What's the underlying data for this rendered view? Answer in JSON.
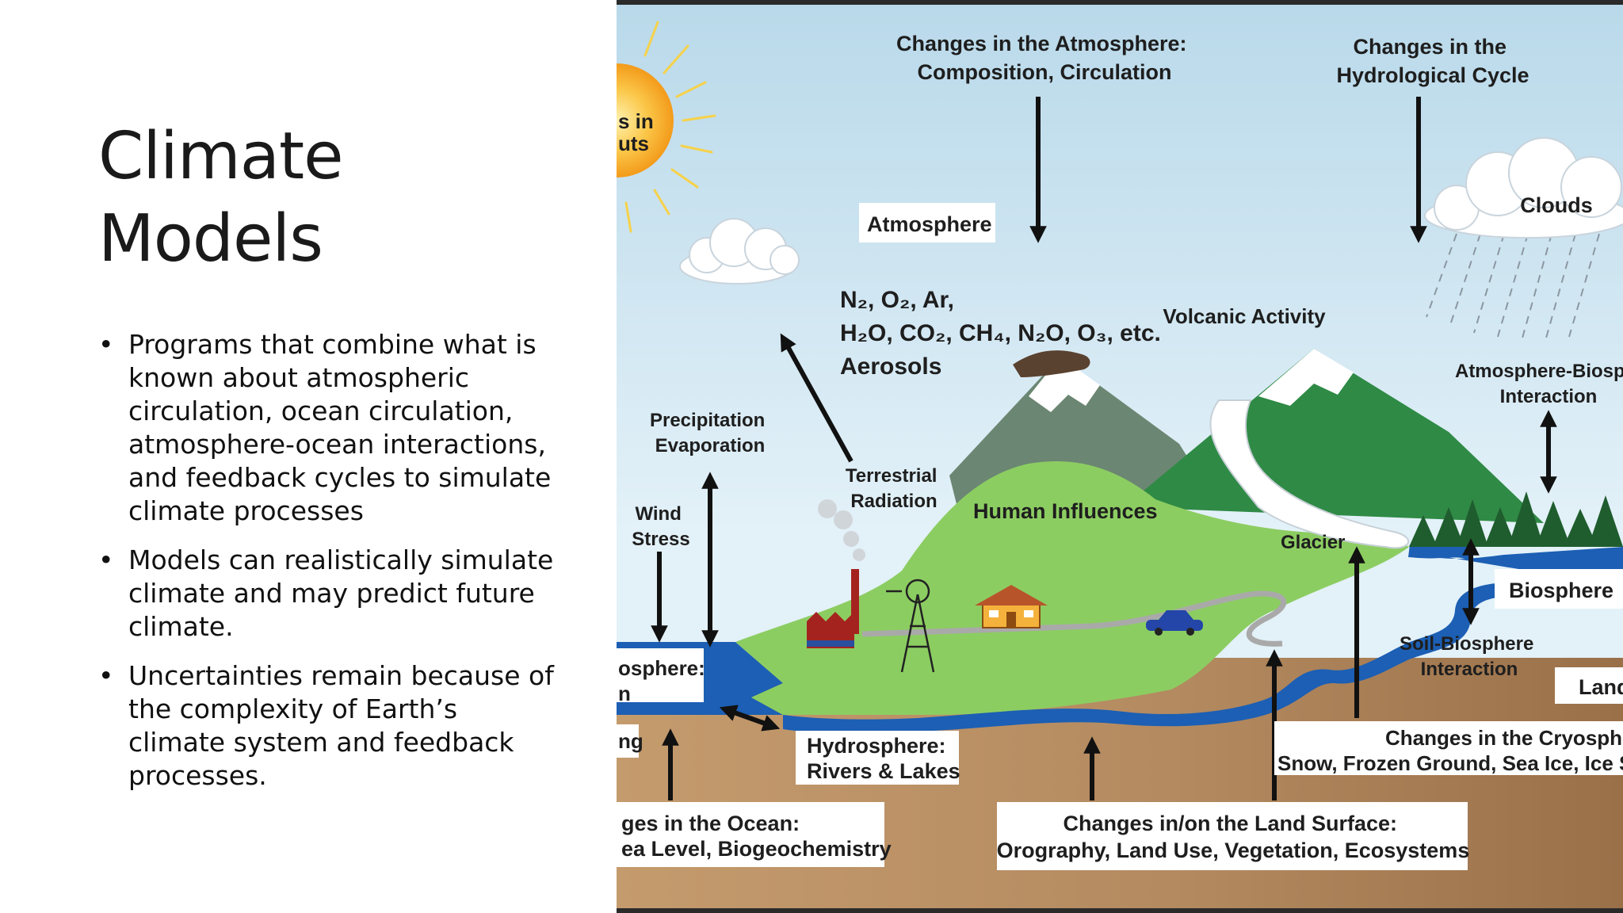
{
  "slide": {
    "title_lines": [
      "Climate",
      "Models"
    ],
    "bullets": [
      "Programs that combine what is known about atmospheric circulation, ocean circulation, atmosphere-ocean interactions, and feedback cycles to simulate climate processes",
      "Models can realistically simulate climate and may predict future climate.",
      "Uncertainties remain because of the complexity of Earth’s climate system and feedback processes."
    ]
  },
  "diagram": {
    "changes_atmosphere": [
      "Changes in the Atmosphere:",
      "Composition, Circulation"
    ],
    "changes_hydro": [
      "Changes in the",
      "Hydrological Cycle"
    ],
    "solar_inputs": [
      "s in",
      "uts"
    ],
    "atmosphere": "Atmosphere",
    "clouds": "Clouds",
    "gases": [
      "N₂, O₂, Ar,",
      "H₂O, CO₂, CH₄, N₂O, O₃, etc.",
      "Aerosols"
    ],
    "volcanic": "Volcanic Activity",
    "atm_bio": [
      "Atmosphere-Biosph",
      "Interaction"
    ],
    "precip": [
      "Precipitation",
      "Evaporation"
    ],
    "terrestrial": [
      "Terrestrial",
      "Radiation"
    ],
    "human": "Human Influences",
    "wind": [
      "Wind",
      "Stress"
    ],
    "glacier": "Glacier",
    "biosphere": "Biosphere",
    "soil_bio": [
      "Soil-Biosphere",
      "Interaction"
    ],
    "land": "Land",
    "hydro_ocean": [
      "osphere:",
      "n"
    ],
    "coupling": "ng",
    "hydro_rivers": [
      "Hydrosphere:",
      "Rivers & Lakes"
    ],
    "cryo": [
      "Changes in the Cryosphe",
      "Snow, Frozen Ground, Sea Ice, Ice S"
    ],
    "ocean": [
      "ges in the Ocean:",
      "ea Level, Biogeochemistry"
    ],
    "land_surface": [
      "Changes in/on the Land Surface:",
      "Orography, Land Use, Vegetation, Ecosystems"
    ]
  },
  "colors": {
    "sky_top": "#b9d9ea",
    "sky_bottom": "#e3f1f8",
    "grass": "#8ccd62",
    "dark_mountain": "#2f8a45",
    "grey_mountain": "#6b8672",
    "soil": "#b48a60",
    "water": "#1c5fb4",
    "sun": "#f7a21b",
    "label_text": "#1e1e1e"
  }
}
